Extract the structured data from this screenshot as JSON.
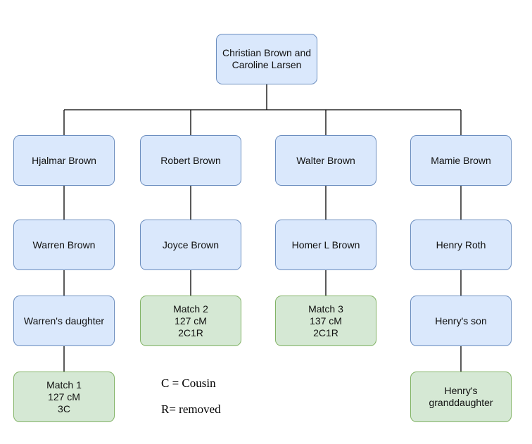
{
  "nodes": {
    "root": "Christian Brown and\nCaroline Larsen",
    "hjalmar": "Hjalmar Brown",
    "robert": "Robert Brown",
    "walter": "Walter Brown",
    "mamie": "Mamie Brown",
    "warren": "Warren Brown",
    "joyce": "Joyce Brown",
    "homer": "Homer L Brown",
    "henry": "Henry Roth",
    "warren_daughter": "Warren's daughter",
    "match2": "Match 2\n127 cM\n2C1R",
    "match3": "Match 3\n137 cM\n2C1R",
    "henry_son": "Henry's son",
    "match1": "Match 1\n127 cM\n3C",
    "henry_granddaughter": "Henry's\ngranddaughter"
  },
  "legend": {
    "cousin": "C = Cousin",
    "removed": "R= removed"
  },
  "colors": {
    "person_fill": "#dae8fc",
    "person_border": "#6c8ebf",
    "match_fill": "#d5e8d4",
    "match_border": "#82b366"
  }
}
